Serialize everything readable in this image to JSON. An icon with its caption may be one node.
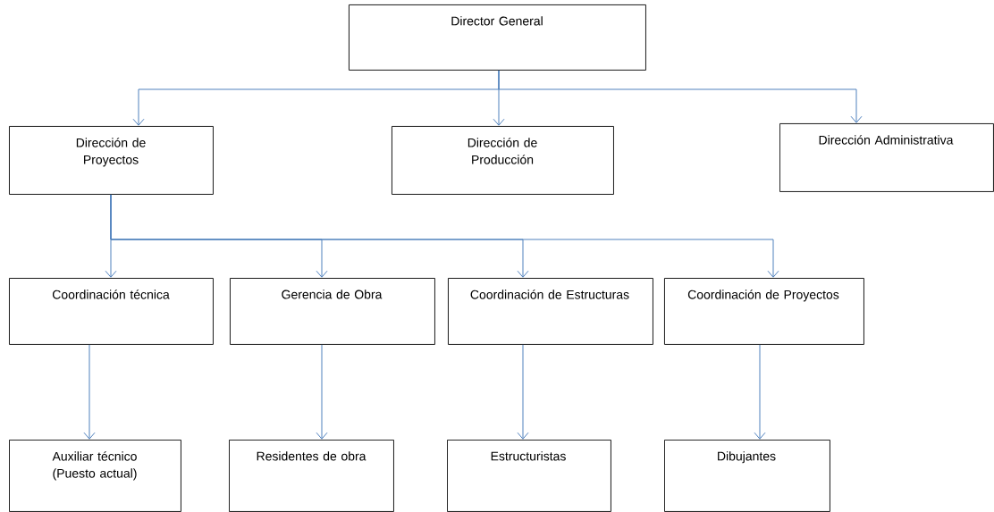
{
  "diagram": {
    "nodes": [
      {
        "text": [
          "Director General"
        ]
      },
      {
        "text": [
          "Dirección de Proyectos"
        ]
      },
      {
        "text": [
          "Dirección de Producción"
        ]
      },
      {
        "text": [
          "Dirección Administrativa"
        ]
      },
      {
        "text": [
          "Coordinación técnica"
        ]
      },
      {
        "text": [
          "Gerencia de Obra"
        ]
      },
      {
        "text": [
          "Coordinación de Estructuras"
        ]
      },
      {
        "text": [
          "Coordinación de Proyectos"
        ]
      },
      {
        "text": [
          "Auxiliar técnico (Puesto actual)"
        ]
      },
      {
        "text": [
          "Residentes de obra"
        ]
      },
      {
        "text": [
          "Estructuristas"
        ]
      },
      {
        "text": [
          "Dibujantes"
        ]
      }
    ],
    "edges": [
      {
        "from": 0,
        "to": 1,
        "arrow": "to"
      },
      {
        "from": 0,
        "to": 2,
        "arrow": "to"
      },
      {
        "from": 0,
        "to": 3,
        "arrow": "to"
      },
      {
        "from": 1,
        "to": 4,
        "arrow": "to"
      },
      {
        "from": 1,
        "to": 5,
        "arrow": "to"
      },
      {
        "from": 1,
        "to": 6,
        "arrow": "to"
      },
      {
        "from": 1,
        "to": 7,
        "arrow": "to"
      },
      {
        "from": 4,
        "to": 8,
        "arrow": "to"
      },
      {
        "from": 5,
        "to": 9,
        "arrow": "to"
      },
      {
        "from": 6,
        "to": 10,
        "arrow": "to"
      },
      {
        "from": 7,
        "to": 11,
        "arrow": "to"
      }
    ]
  }
}
